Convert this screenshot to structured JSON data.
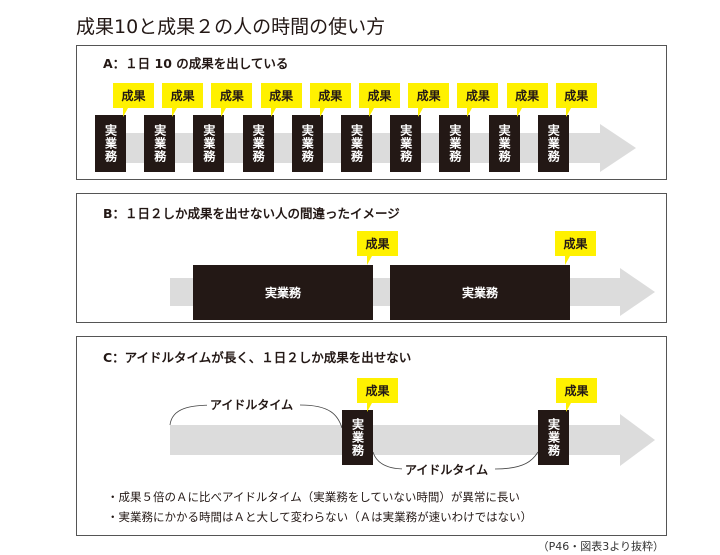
{
  "title": "成果10と成果２の人の時間の使い方",
  "panel_a": {
    "heading": "A：１日 10 の成果を出している",
    "result_label": "成果",
    "work_label": "実業務",
    "count": 10
  },
  "panel_b": {
    "heading": "B：１日２しか成果を出せない人の間違ったイメージ",
    "result_label": "成果",
    "work_label": "実業務"
  },
  "panel_c": {
    "heading": "C：アイドルタイムが長く、１日２しか成果を出せない",
    "result_label": "成果",
    "work_label": "実業務",
    "idle_label": "アイドルタイム",
    "notes": [
      "・成果５倍のＡに比べアイドルタイム（実業務をしていない時間）が異常に長い",
      "・実業務にかかる時間はＡと大して変わらない（Ａは実業務が速いわけではない）"
    ]
  },
  "caption": "（P46・図表3より抜粋）",
  "colors": {
    "yellow": "#fff100",
    "work": "#231815",
    "arrow": "#dcdcdc"
  }
}
